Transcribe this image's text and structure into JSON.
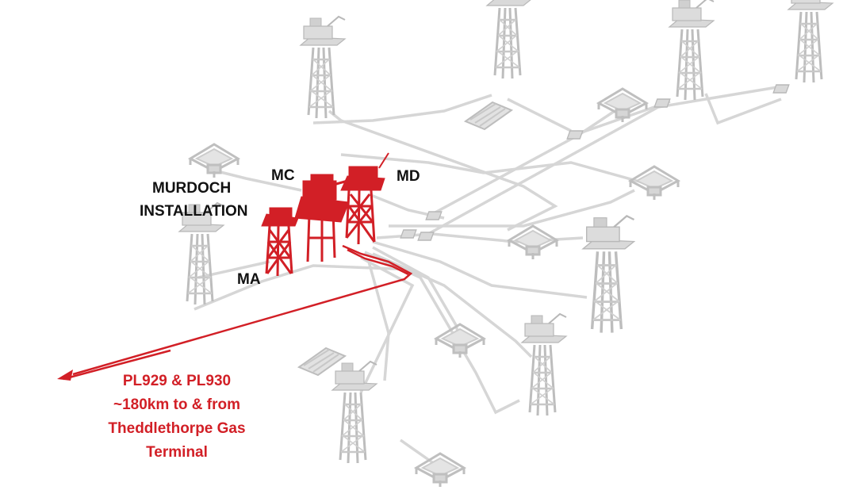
{
  "labels": {
    "installation_line1": "MURDOCH",
    "installation_line2": "INSTALLATION",
    "mc": "MC",
    "md": "MD",
    "ma": "MA"
  },
  "pipeline": {
    "line1": "PL929 & PL930",
    "line2": "~180km to & from",
    "line3": "Theddlethorpe Gas",
    "line4": "Terminal"
  },
  "colors": {
    "highlight": "#d21f26",
    "network": "#d6d6d6",
    "structure_stroke": "#bdbdbd",
    "text": "#111111"
  },
  "icons": {
    "wellhead_platform": "jacket-platform-icon",
    "subsea_template": "subsea-template-icon",
    "manifold": "manifold-icon"
  }
}
